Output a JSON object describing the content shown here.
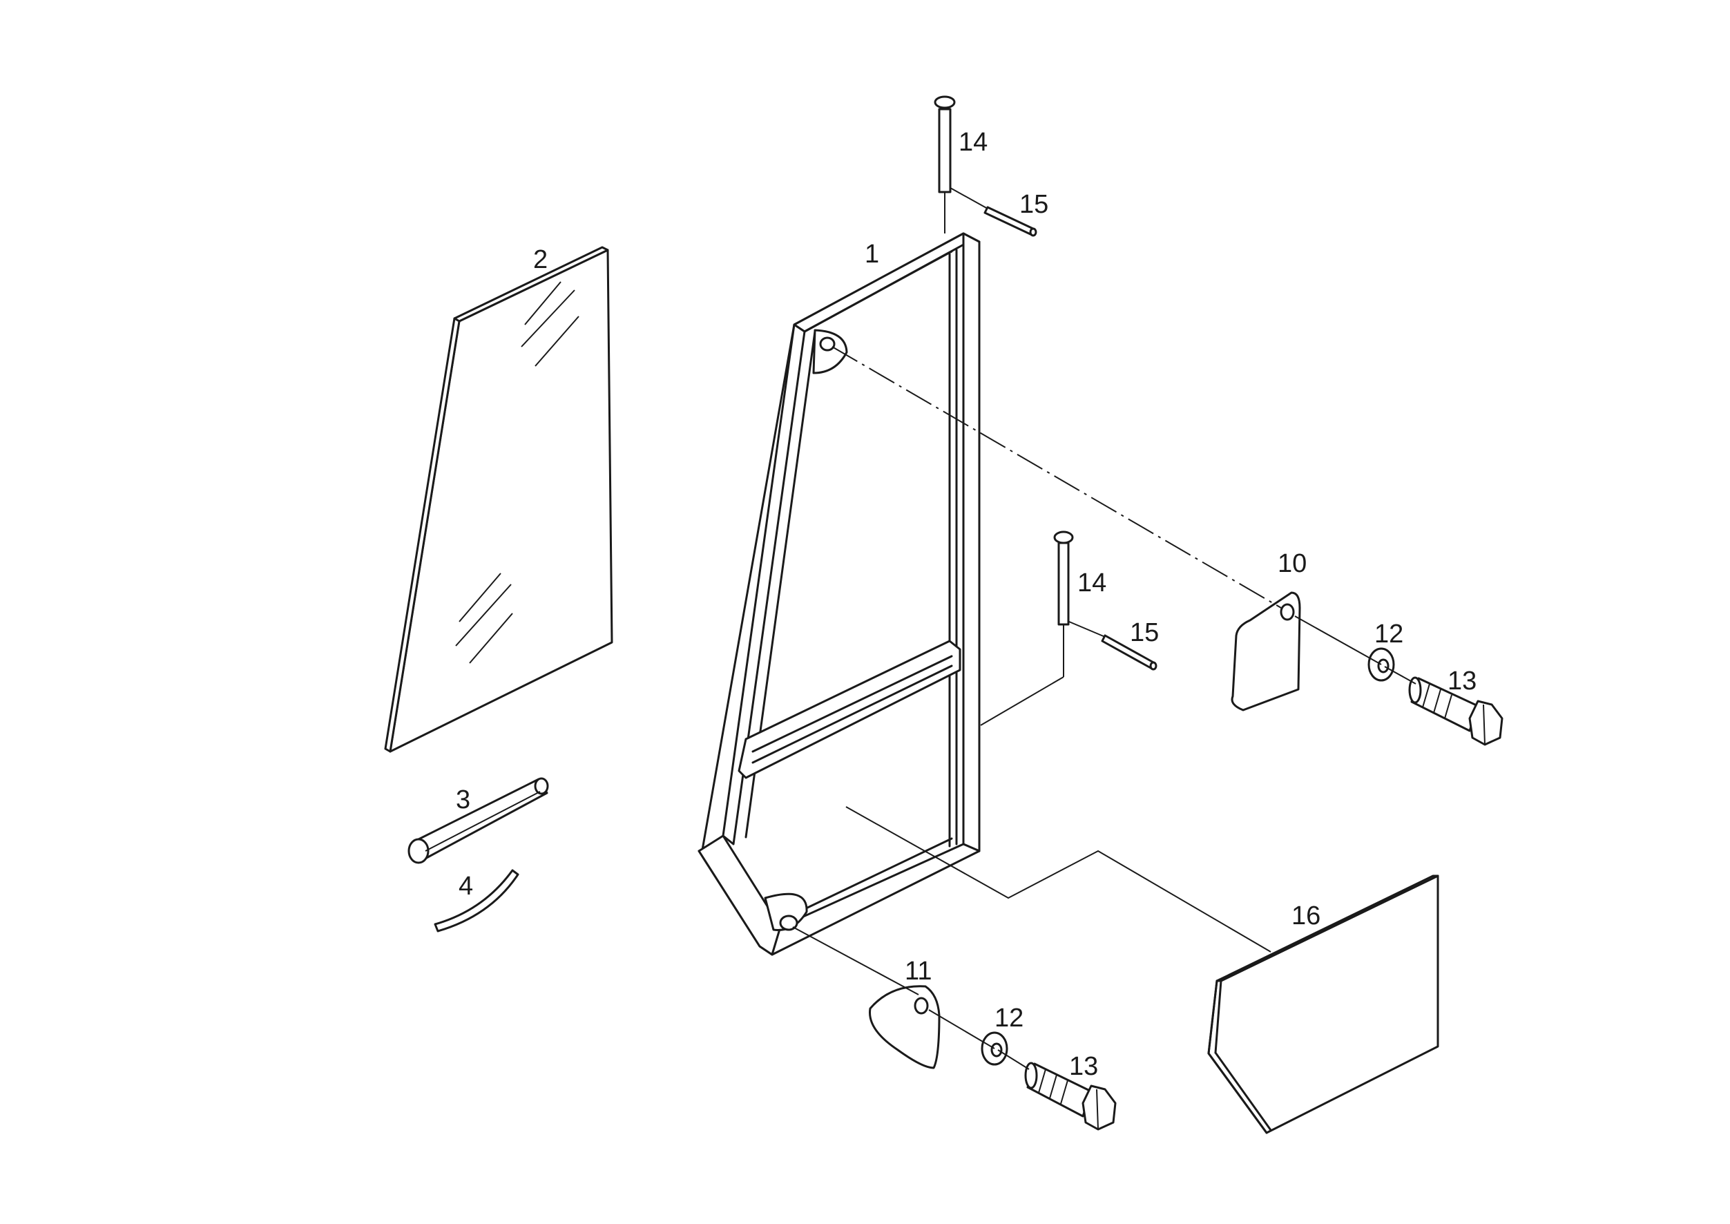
{
  "callouts": {
    "frame": "1",
    "glass": "2",
    "seal_profile": "3",
    "filler_strip": "4",
    "cover_plate_right": "10",
    "cover_plate_lower": "11",
    "washer_right": "12",
    "washer_lower": "12",
    "bolt_right": "13",
    "bolt_lower": "13",
    "hinge_pin_top": "14",
    "hinge_pin_middle": "14",
    "pin_top": "15",
    "pin_middle": "15",
    "panel": "16"
  },
  "colors": {
    "line": "#1a1a1a",
    "background": "#ffffff"
  }
}
